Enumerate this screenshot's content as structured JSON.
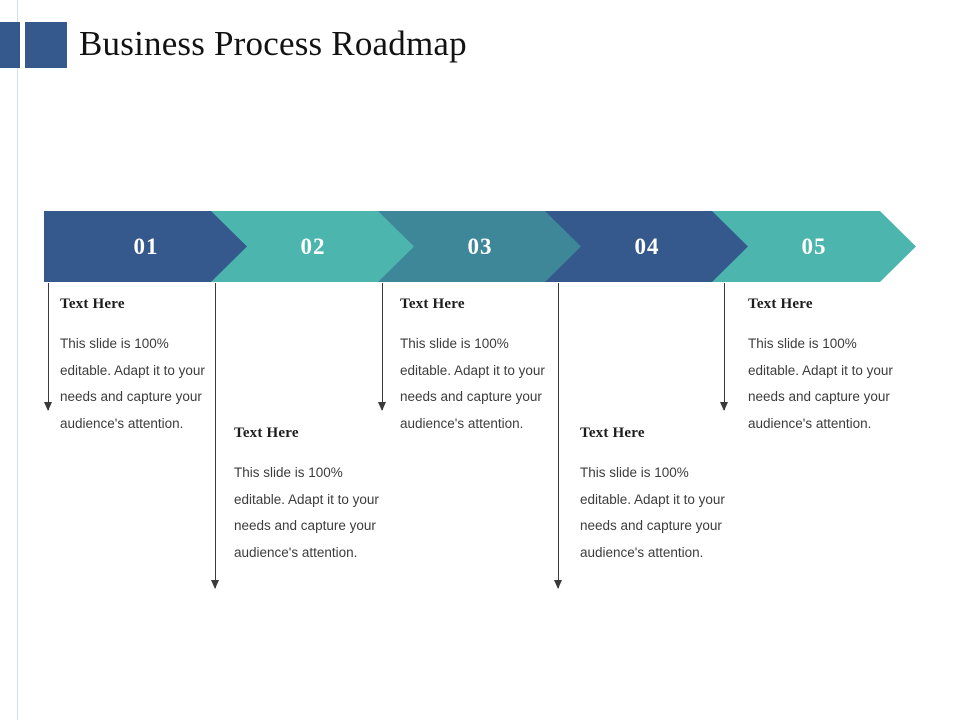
{
  "slide": {
    "title": "Business Process Roadmap",
    "background_color": "#ffffff",
    "accent_color": "#35598C",
    "rule_color": "#cfe3ec"
  },
  "header": {
    "title": "Business Process Roadmap",
    "block_small_color": "#35598C",
    "block_large_color": "#35598C"
  },
  "chevrons": [
    {
      "number": "01",
      "color": "#35598C"
    },
    {
      "number": "02",
      "color": "#4CB5AE"
    },
    {
      "number": "03",
      "color": "#3E8799"
    },
    {
      "number": "04",
      "color": "#35598C"
    },
    {
      "number": "05",
      "color": "#4CB5AE"
    }
  ],
  "columns": [
    {
      "heading": "Text Here",
      "body": "This slide is 100% editable. Adapt it to your needs and capture your audience's attention.",
      "row": "top"
    },
    {
      "heading": "Text Here",
      "body": "This slide is 100% editable. Adapt it to your needs and capture your audience's attention.",
      "row": "bottom"
    },
    {
      "heading": "Text Here",
      "body": "This slide is 100% editable. Adapt it to your needs and capture your audience's attention.",
      "row": "top"
    },
    {
      "heading": "Text Here",
      "body": "This slide is 100% editable. Adapt it to your needs and capture your audience's attention.",
      "row": "bottom"
    },
    {
      "heading": "Text Here",
      "body": "This slide is 100% editable. Adapt it to your needs and capture your audience's attention.",
      "row": "top"
    }
  ]
}
